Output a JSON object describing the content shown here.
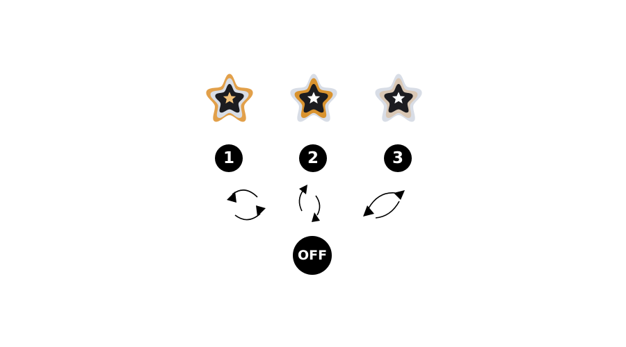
{
  "lamps": [
    {
      "mode": "1",
      "frame_color": "#e2a04a",
      "inner_color": "#d8dde6",
      "star_color": "#f2c27a",
      "icon": "star-lamp-warm-icon"
    },
    {
      "mode": "2",
      "frame_color": "#d8dde6",
      "inner_color": "#d9932f",
      "star_color": "#ffffff",
      "icon": "star-lamp-neutral-icon"
    },
    {
      "mode": "3",
      "frame_color": "#d8dde6",
      "inner_color": "#d9c7b4",
      "star_color": "#ffffff",
      "icon": "star-lamp-cool-icon"
    }
  ],
  "badges": [
    "1",
    "2",
    "3"
  ],
  "cycle_icons": [
    "cycle-arrows-icon",
    "cycle-arrows-icon",
    "cycle-arrows-icon"
  ],
  "off_label": "OFF",
  "colors": {
    "badge_bg": "#000000",
    "badge_text": "#ffffff",
    "background": "#ffffff"
  }
}
